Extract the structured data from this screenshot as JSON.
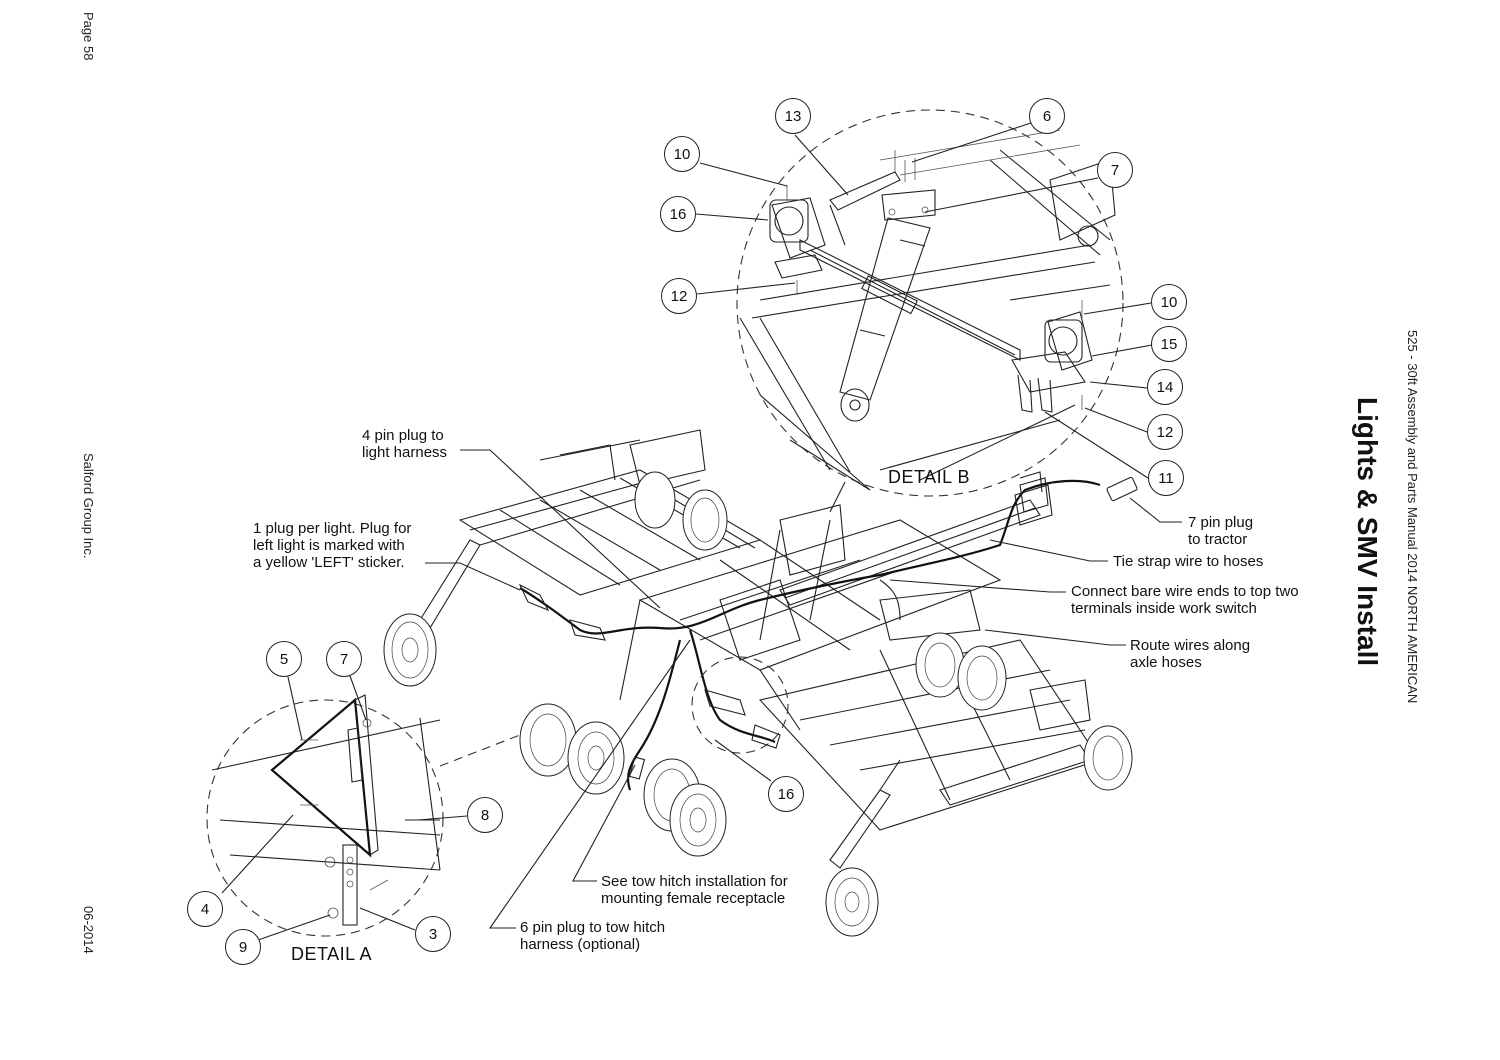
{
  "page": {
    "page_number": "Page 58",
    "company": "Salford Group Inc.",
    "date": "06-2014",
    "title": "Lights & SMV Install",
    "manual": "525 - 30ft Assembly and Parts Manual 2014 NORTH AMERICAN"
  },
  "details": {
    "a": "DETAIL A",
    "b": "DETAIL B"
  },
  "callouts": {
    "plug_4pin": [
      "4 pin plug to",
      "light harness"
    ],
    "plug_per_light": [
      "1 plug per light. Plug for",
      "left light is marked with",
      "a yellow 'LEFT' sticker."
    ],
    "plug_7pin": [
      "7 pin plug",
      "to tractor"
    ],
    "tie_strap": "Tie strap wire to hoses",
    "bare_wire": [
      "Connect bare wire ends to top two",
      "terminals inside work switch"
    ],
    "route_wires": [
      "Route wires along",
      "axle hoses"
    ],
    "tow_hitch": [
      "See tow hitch installation for",
      "mounting female receptacle"
    ],
    "plug_6pin": [
      "6 pin plug to tow hitch",
      "harness (optional)"
    ]
  },
  "balloons_detail_b": [
    "13",
    "6",
    "10",
    "7",
    "16",
    "12",
    "10",
    "15",
    "14",
    "12",
    "11"
  ],
  "balloons_detail_a": [
    "5",
    "7",
    "8",
    "4",
    "9",
    "3"
  ],
  "balloon_main": "16"
}
